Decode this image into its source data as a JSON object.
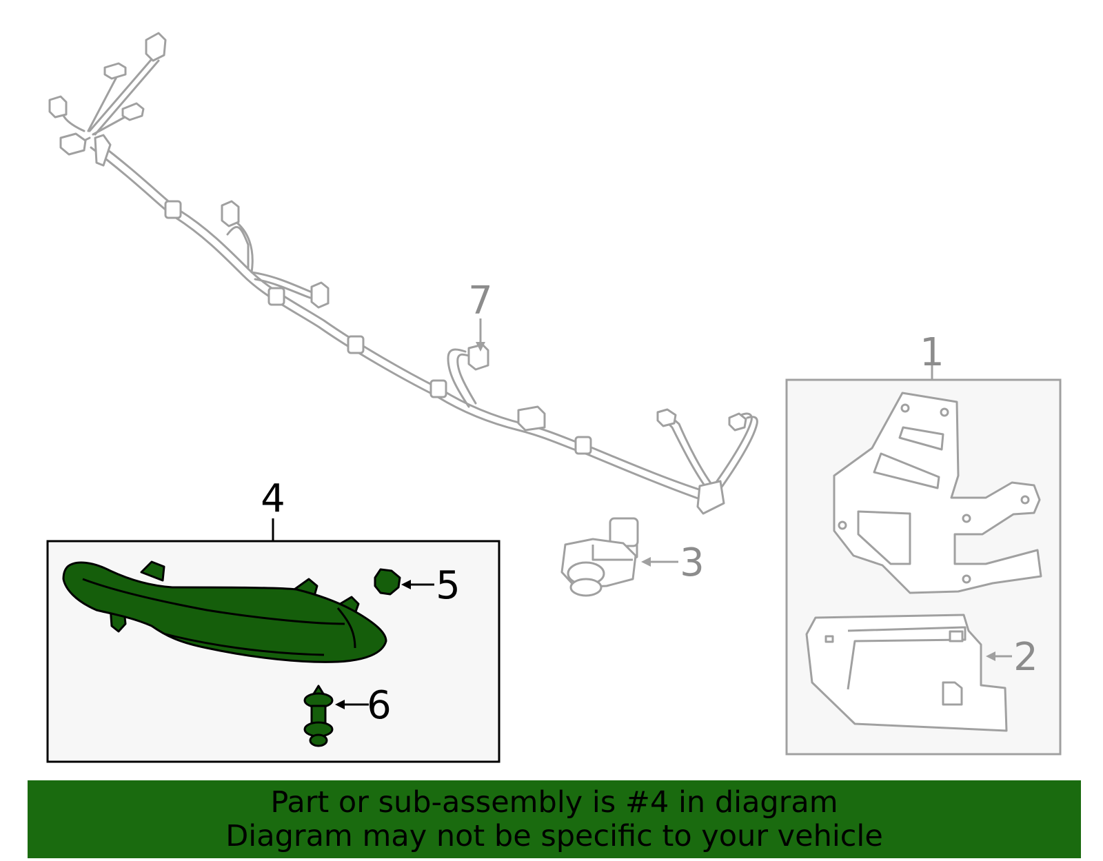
{
  "callouts": {
    "c1": "1",
    "c2": "2",
    "c3": "3",
    "c4": "4",
    "c5": "5",
    "c6": "6",
    "c7": "7"
  },
  "banner": {
    "line1": "Part or sub-assembly is #4 in diagram",
    "line2": "Diagram may not be specific to your vehicle"
  },
  "colors": {
    "highlight_fill": "#155e0b",
    "banner_bg": "#1a6b0f",
    "line_gray": "#a0a0a0",
    "box_bg": "#f7f7f7"
  }
}
